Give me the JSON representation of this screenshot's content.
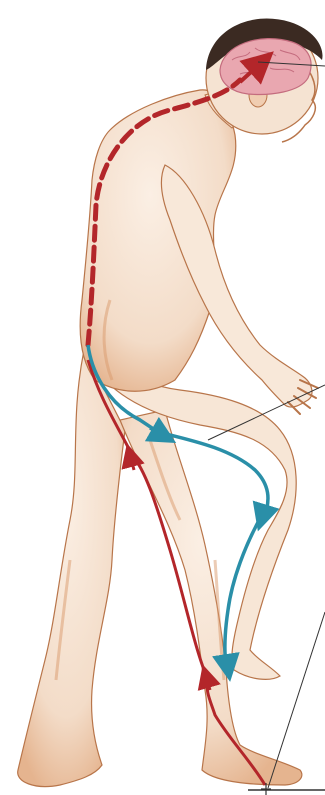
{
  "diagram": {
    "colors": {
      "background": "#ffffff",
      "skin": "#f5e3d2",
      "skin_shadow": "#d99a6c",
      "outline": "#b8754a",
      "hair": "#3b2a22",
      "brain": "#e9a7b0",
      "brain_fold": "#c46c7e",
      "sensory_path": "#b3262a",
      "motor_path": "#2a8fa8",
      "leader_line": "#333333"
    },
    "paths": [
      {
        "id": "spinal-cord",
        "kind": "dashed",
        "color_key": "sensory_path"
      },
      {
        "id": "sensory-return",
        "kind": "solid",
        "color_key": "sensory_path"
      },
      {
        "id": "motor-outflow",
        "kind": "solid",
        "color_key": "motor_path"
      }
    ],
    "leader_lines": 3
  }
}
